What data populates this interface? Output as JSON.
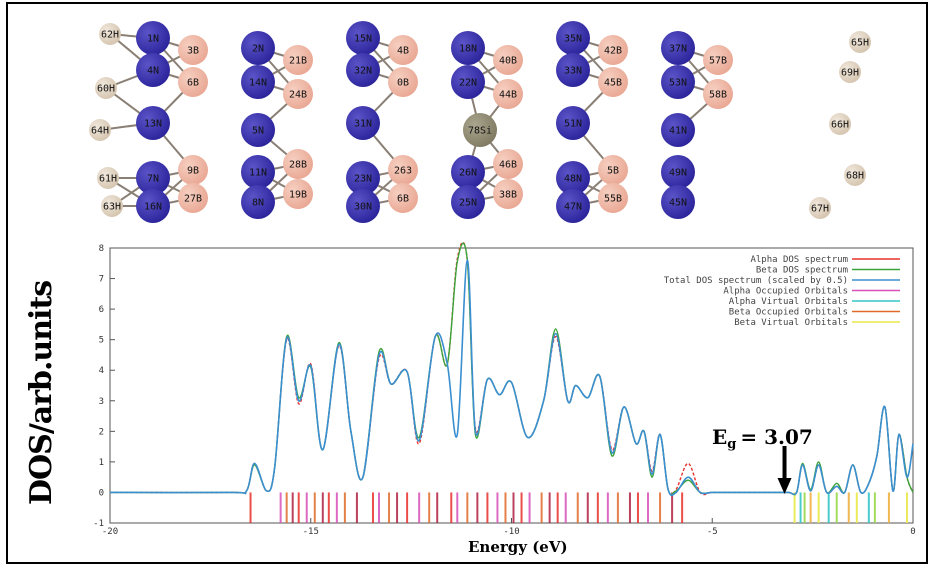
{
  "molecule": {
    "labels_h": [
      "62H",
      "60H",
      "64H",
      "61H",
      "63H",
      "65H",
      "69H",
      "66H",
      "68H",
      "67H"
    ],
    "labels_n": [
      "1N",
      "4N",
      "13N",
      "7N",
      "16N",
      "2N",
      "14N",
      "5N",
      "11N",
      "8N",
      "15N",
      "32N",
      "31N",
      "23N",
      "30N",
      "18N",
      "22N",
      "26N",
      "25N",
      "35N",
      "33N",
      "51N",
      "48N",
      "47N",
      "37N",
      "53N",
      "41N",
      "49N",
      "45N"
    ],
    "labels_b": [
      "3B",
      "6B",
      "9B",
      "27B",
      "21B",
      "24B",
      "28B",
      "19B",
      "4B",
      "0B",
      "263",
      "6B",
      "40B",
      "44B",
      "46B",
      "38B",
      "42B",
      "45B",
      "5B",
      "55B",
      "57B",
      "58B"
    ],
    "labels_si": [
      "78Si"
    ],
    "colors": {
      "n": "#2a239a",
      "b": "#e9a793",
      "h": "#d4c4ae",
      "si": "#807a62",
      "bond": "#8a7f74"
    }
  },
  "annotation": {
    "eg_main": "E",
    "eg_sub": "g",
    "eg_value": "= 3.07",
    "arrow_x": -3.2
  },
  "chart_data": {
    "type": "line",
    "title": "",
    "xlabel": "Energy (eV)",
    "ylabel": "DOS/arb.units",
    "xlim": [
      -20,
      0
    ],
    "ylim": [
      -1,
      8
    ],
    "xticks": [
      -20,
      -15,
      -10,
      -5,
      0
    ],
    "yticks": [
      -1,
      0,
      1,
      2,
      3,
      4,
      5,
      6,
      7,
      8
    ],
    "legend_position": "top-right",
    "legend": [
      {
        "name": "Alpha DOS spectrum",
        "color": "#e8302a"
      },
      {
        "name": "Beta DOS spectrum",
        "color": "#3aa33a"
      },
      {
        "name": "Total DOS spectrum (scaled by 0.5)",
        "color": "#3a8fd0"
      },
      {
        "name": "Alpha Occupied Orbitals",
        "color": "#d84fb8"
      },
      {
        "name": "Alpha Virtual Orbitals",
        "color": "#35c7c7"
      },
      {
        "name": "Beta Occupied Orbitals",
        "color": "#e06a2a"
      },
      {
        "name": "Beta Virtual Orbitals",
        "color": "#e8e84a"
      }
    ],
    "series": [
      {
        "name": "Total DOS spectrum (scaled by 0.5)",
        "x": [
          -20,
          -17,
          -16.6,
          -16.4,
          -16.1,
          -15.9,
          -15.6,
          -15.3,
          -15.0,
          -14.7,
          -14.3,
          -14.0,
          -13.7,
          -13.3,
          -13.0,
          -12.6,
          -12.3,
          -11.9,
          -11.6,
          -11.35,
          -11.1,
          -10.9,
          -10.6,
          -10.3,
          -10.0,
          -9.6,
          -9.2,
          -8.9,
          -8.6,
          -8.4,
          -8.1,
          -7.8,
          -7.5,
          -7.2,
          -6.9,
          -6.7,
          -6.5,
          -6.3,
          -6.1,
          -5.9,
          -5.6,
          -5.3,
          -5.0,
          -4.5,
          -4.0,
          -3.5,
          -3.1,
          -2.9,
          -2.75,
          -2.55,
          -2.35,
          -2.15,
          -1.9,
          -1.7,
          -1.5,
          -1.3,
          -1.1,
          -0.9,
          -0.7,
          -0.5,
          -0.35,
          -0.15,
          0
        ],
        "y": [
          0,
          0,
          0.05,
          0.95,
          0.05,
          0.8,
          5.05,
          3.0,
          4.15,
          1.4,
          4.85,
          2.0,
          0.5,
          4.5,
          3.55,
          3.95,
          1.7,
          5.1,
          4.2,
          1.9,
          7.6,
          2.0,
          3.7,
          3.2,
          3.6,
          1.8,
          3.0,
          5.2,
          3.0,
          3.5,
          3.1,
          3.8,
          1.3,
          2.8,
          1.6,
          2.0,
          0.6,
          1.9,
          0.1,
          0,
          0.5,
          0,
          0,
          0,
          0,
          0,
          0,
          0,
          0.9,
          0.05,
          0.9,
          0,
          0.2,
          0,
          0.9,
          0,
          0.3,
          1.2,
          2.8,
          0.05,
          1.9,
          0.5,
          1.6
        ]
      },
      {
        "name": "Alpha DOS spectrum",
        "x": [
          -20,
          -16.4,
          -15.6,
          -15.3,
          -15.0,
          -14.3,
          -13.3,
          -12.3,
          -11.35,
          -10.9,
          -8.9,
          -7.5,
          -6.5,
          -5.9,
          -5.6,
          -5.3,
          -3.1,
          -2.85,
          -2.75,
          -2.55,
          -2.35,
          -2.15,
          -1.9,
          0
        ],
        "y": [
          0,
          0.95,
          5.0,
          2.9,
          4.2,
          4.8,
          4.4,
          1.6,
          7.65,
          2.1,
          5.1,
          1.4,
          0.7,
          0.1,
          0.95,
          0,
          0,
          0.6,
          0.9,
          0.05,
          0.9,
          0,
          0.2,
          0
        ]
      },
      {
        "name": "Beta DOS spectrum",
        "x": [
          -20,
          -16.4,
          -15.6,
          -15.3,
          -15.0,
          -14.3,
          -13.3,
          -12.3,
          -11.35,
          -10.9,
          -8.9,
          -7.5,
          -6.5,
          -5.9,
          -5.6,
          -5.3,
          -3.1,
          -2.85,
          -2.75,
          -2.55,
          -2.35,
          -2.15,
          -1.9,
          0
        ],
        "y": [
          0,
          0.9,
          5.1,
          3.1,
          4.1,
          4.9,
          4.6,
          1.8,
          7.55,
          1.9,
          5.35,
          1.2,
          0.5,
          0.05,
          0.4,
          0,
          0,
          0.5,
          0.95,
          0.1,
          1.0,
          0,
          0.3,
          0
        ]
      }
    ],
    "occupied_orbital_energies": [
      -16.5,
      -15.75,
      -15.6,
      -15.45,
      -15.3,
      -15.1,
      -14.9,
      -14.7,
      -14.55,
      -14.35,
      -14.15,
      -13.85,
      -13.45,
      -13.3,
      -13.05,
      -12.85,
      -12.6,
      -12.3,
      -12.05,
      -11.85,
      -11.5,
      -11.35,
      -11.1,
      -10.85,
      -10.6,
      -10.35,
      -10.15,
      -9.95,
      -9.75,
      -9.55,
      -9.25,
      -9.05,
      -8.85,
      -8.65,
      -8.35,
      -8.1,
      -7.85,
      -7.6,
      -7.35,
      -7.05,
      -6.85,
      -6.6,
      -6.3,
      -6.0,
      -5.75
    ],
    "virtual_orbital_energies": [
      -2.95,
      -2.8,
      -2.7,
      -2.55,
      -2.35,
      -2.1,
      -1.9,
      -1.6,
      -1.4,
      -1.1,
      -0.95,
      -0.6,
      -0.15
    ]
  }
}
